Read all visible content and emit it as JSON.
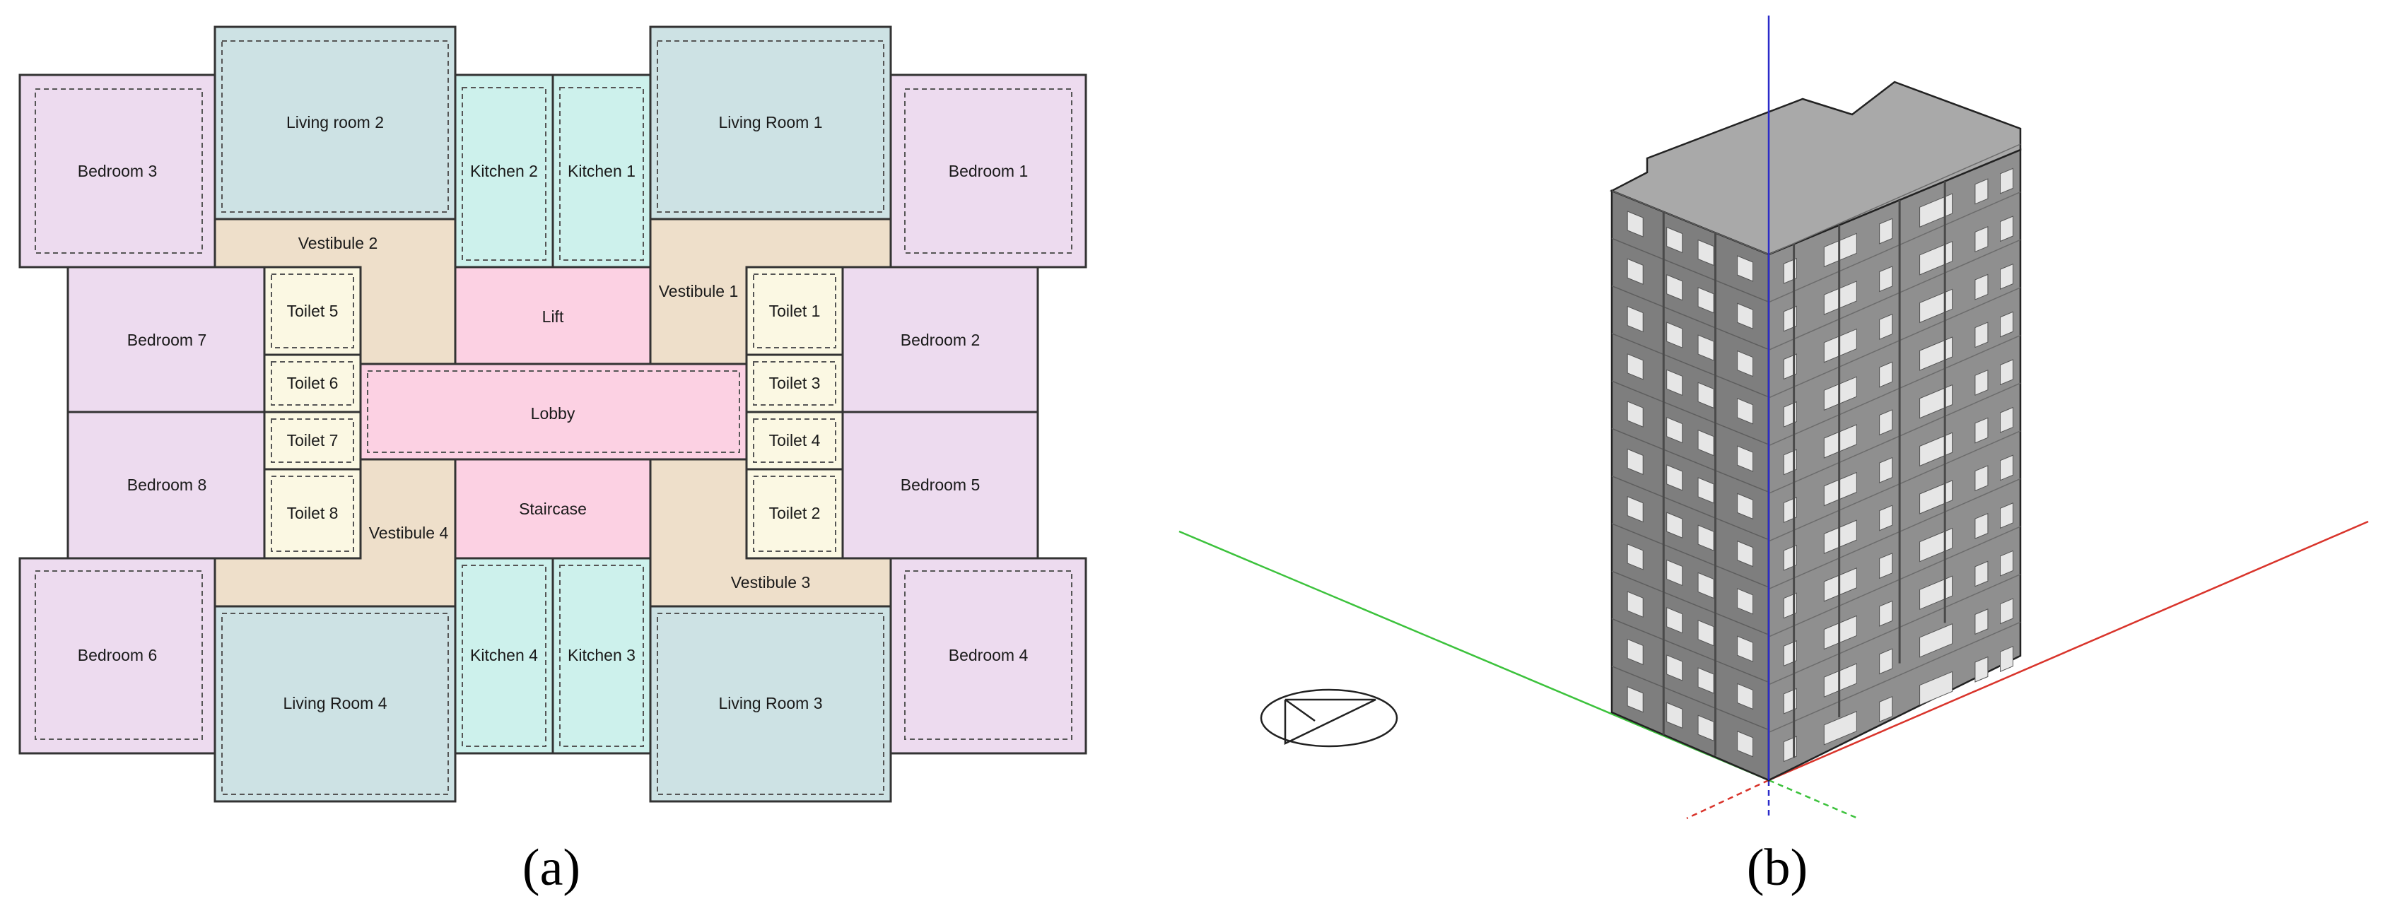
{
  "figure": {
    "panels": [
      {
        "id": "a",
        "caption": "(a)"
      },
      {
        "id": "b",
        "caption": "(b)"
      }
    ]
  },
  "floor_plan": {
    "colors": {
      "bedroom": "#eddbef",
      "living": "#cde2e4",
      "kitchen": "#cdf1ec",
      "vestibule": "#eedfca",
      "toilet": "#fbf8e3",
      "lift": "#fcd1e3",
      "stroke": "#333333"
    },
    "rooms": {
      "bedroom_3": "Bedroom 3",
      "living_room_2": "Living room 2",
      "kitchen_2": "Kitchen 2",
      "kitchen_1": "Kitchen 1",
      "living_room_1": "Living Room 1",
      "bedroom_1": "Bedroom 1",
      "vestibule_2": "Vestibule 2",
      "vestibule_1": "Vestibule 1",
      "bedroom_7": "Bedroom 7",
      "toilet_5": "Toilet 5",
      "lift": "Lift",
      "toilet_1": "Toilet 1",
      "bedroom_2": "Bedroom 2",
      "toilet_6": "Toilet 6",
      "lobby": "Lobby",
      "toilet_3": "Toilet 3",
      "toilet_7": "Toilet 7",
      "toilet_4": "Toilet 4",
      "bedroom_8": "Bedroom 8",
      "toilet_8": "Toilet 8",
      "vestibule_4": "Vestibule 4",
      "staircase": "Staircase",
      "toilet_2": "Toilet 2",
      "bedroom_5": "Bedroom 5",
      "vestibule_3": "Vestibule 3",
      "bedroom_6": "Bedroom 6",
      "kitchen_4": "Kitchen 4",
      "kitchen_3": "Kitchen 3",
      "bedroom_4": "Bedroom 4",
      "living_room_4": "Living Room 4",
      "living_room_3": "Living Room 3"
    }
  },
  "model_3d": {
    "colors": {
      "x_axis": "#d9342b",
      "y_axis": "#3cc23c",
      "z_axis": "#2b2bc9",
      "roof": "#a9a9a9",
      "face_left": "#7e7e7e",
      "face_right": "#8f8f8f",
      "window": "#e6e6e6",
      "outline": "#222222"
    },
    "floors": 11
  }
}
